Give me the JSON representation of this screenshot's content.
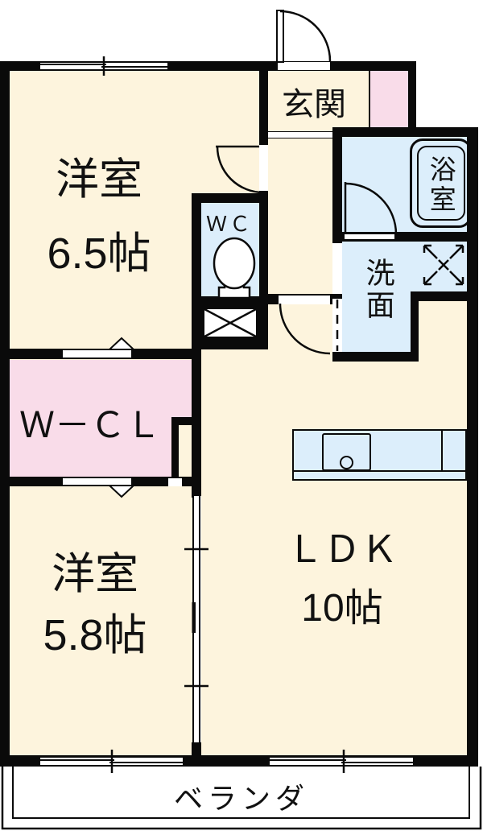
{
  "title": "apartment-floorplan",
  "rooms": {
    "bedroom1": {
      "name": "洋室",
      "size": "6.5帖"
    },
    "bedroom2": {
      "name": "洋室",
      "size": "5.8帖"
    },
    "ldk": {
      "name": "ＬＤＫ",
      "size": "10帖"
    },
    "walk_in_closet": {
      "label": "Ｗ－ＣＬ"
    },
    "toilet": {
      "label": "ＷＣ"
    },
    "bath": {
      "label": "浴室"
    },
    "washroom": {
      "label": "洗面"
    },
    "entrance": {
      "label": "玄関"
    },
    "veranda": {
      "label": "ベランダ"
    }
  },
  "colors": {
    "floor_cream": "#FDF4DD",
    "wet_area_blue": "#DCEEFB",
    "closet_pink": "#F9DCE9",
    "wall_black": "#0a0a0a",
    "background": "#ffffff"
  }
}
